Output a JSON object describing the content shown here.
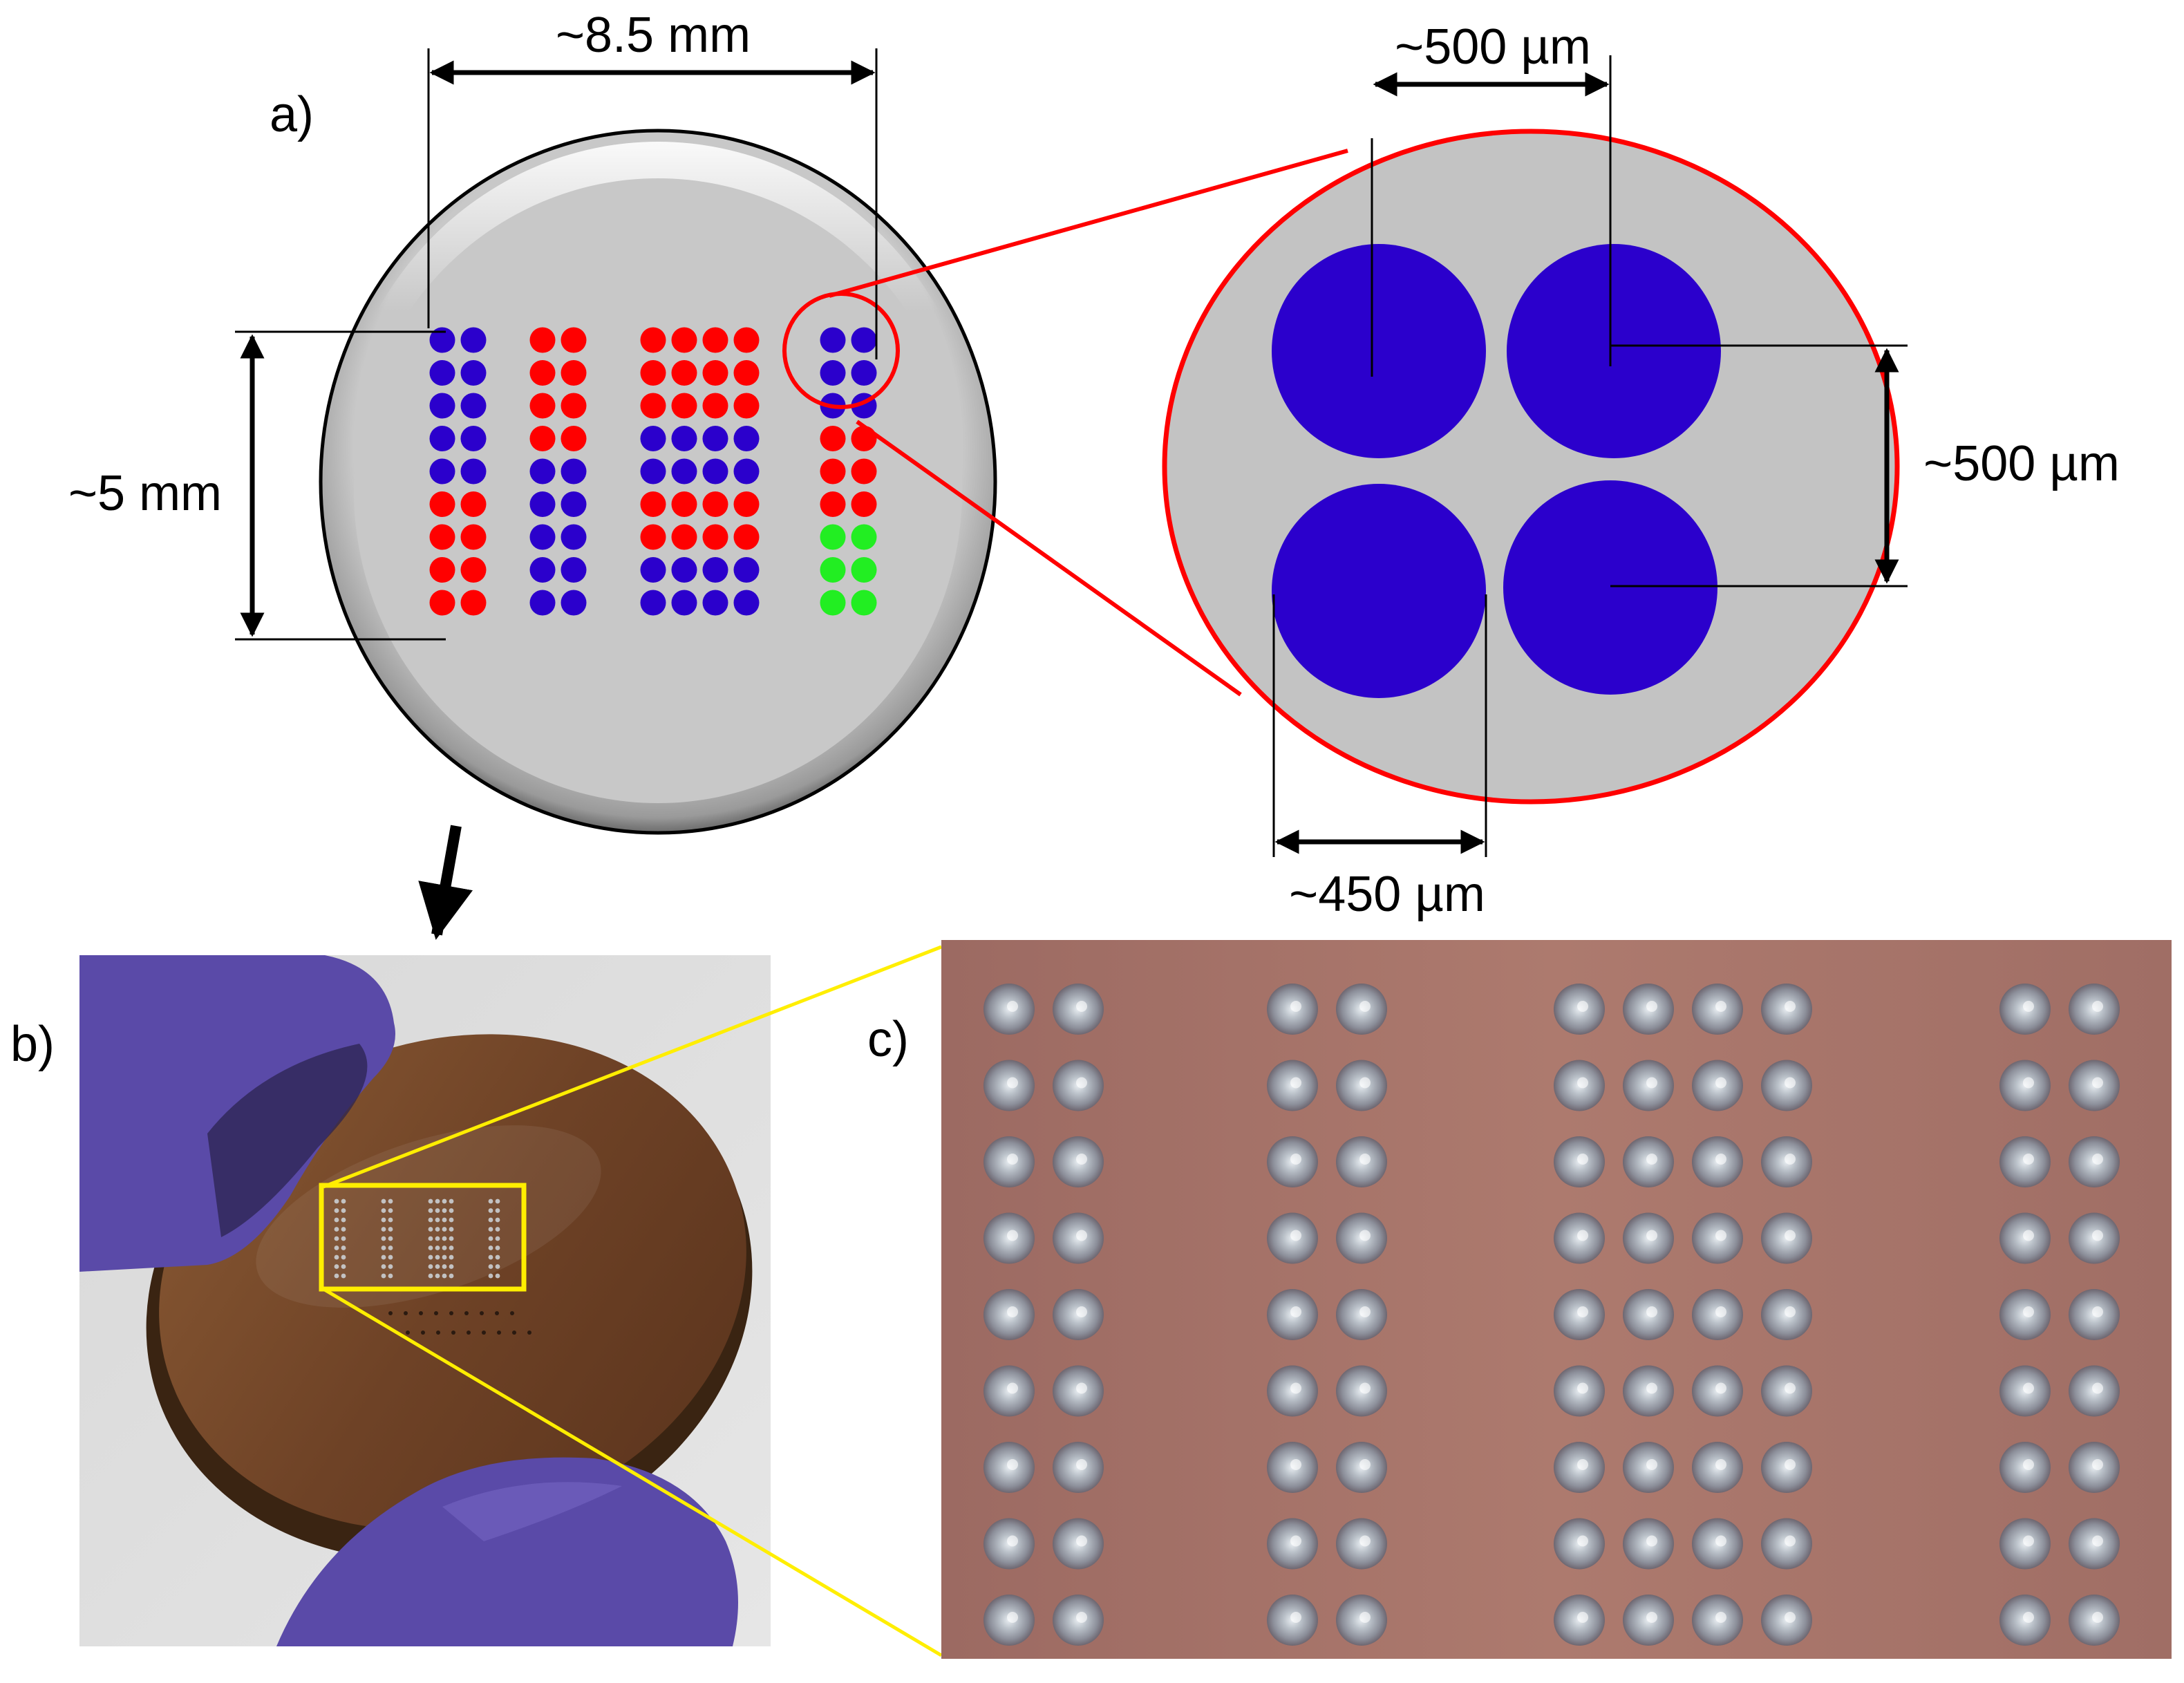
{
  "panel_a": {
    "label": "a)",
    "width_dimension": "~8.5 mm",
    "height_dimension": "~5 mm",
    "spot_pitch_horizontal": "~500 µm",
    "spot_pitch_vertical": "~500 µm",
    "spot_diameter": "~450 µm",
    "columns": [
      {
        "spots_per_row": 2,
        "rows": [
          "blue",
          "blue",
          "blue",
          "blue",
          "blue",
          "red",
          "red",
          "red",
          "red"
        ]
      },
      {
        "spots_per_row": 2,
        "rows": [
          "red",
          "red",
          "red",
          "red",
          "blue",
          "blue",
          "blue",
          "blue",
          "blue"
        ]
      },
      {
        "spots_per_row": 4,
        "rows": [
          "red",
          "red",
          "red",
          "blue",
          "blue",
          "red",
          "red",
          "blue",
          "blue"
        ]
      },
      {
        "spots_per_row": 2,
        "rows": [
          "blue",
          "blue",
          "blue",
          "red",
          "red",
          "red",
          "green",
          "green",
          "green"
        ]
      }
    ]
  },
  "panel_b": {
    "label": "b)"
  },
  "panel_c": {
    "label": "c)",
    "groups": [
      2,
      2,
      4,
      2
    ],
    "rows": 9
  },
  "colors": {
    "blue": "#2b00cc",
    "red": "#ff0000",
    "green": "#22ee22",
    "disc": "#c8c8c8",
    "zoom_outline": "#ff0000",
    "highlight": "#ffee00",
    "micro_background": "#a87368",
    "glove": "#5a4aa8",
    "substrate": "#7a4a2c"
  }
}
